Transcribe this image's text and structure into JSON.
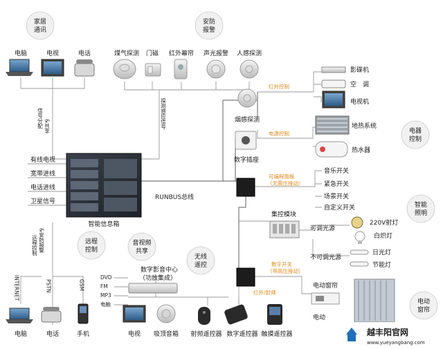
{
  "bubbles": {
    "home_comm": [
      "家居",
      "通讯"
    ],
    "security": [
      "安防",
      "报警"
    ],
    "appliance": [
      "电器",
      "控制"
    ],
    "lighting": [
      "智能",
      "照明"
    ],
    "remote": [
      "远程",
      "控制"
    ],
    "av_share": [
      "音视频",
      "共享"
    ],
    "wireless": [
      "无线",
      "遥控"
    ],
    "electric": [
      "电动",
      "窗帘"
    ]
  },
  "top_devices": {
    "computer": "电脑",
    "tv": "电视",
    "phone": "电话",
    "gas": "煤气探测",
    "door": "门磁",
    "curtain_ir": "红外幕帘",
    "siren": "声光报警",
    "body": "人感探测",
    "smoke": "烟感探测"
  },
  "signal_labels": {
    "signal_dist": "信号分配",
    "share": "&共享",
    "probe": "探测感应信号",
    "remote_ctrl": "远程控制",
    "security_alarm": "&安防报警"
  },
  "box": {
    "inputs": [
      "有线电视",
      "宽带进线",
      "电话进线",
      "卫星信号"
    ],
    "title": "智能信息箱",
    "bus": "RUNBUS总线"
  },
  "right_devices": {
    "ir_ctrl": "红外控制",
    "projector": "影碟机",
    "ac": "空　调",
    "tv": "电视机",
    "power_ctrl": "电源控制",
    "floor_heat": "地热系统",
    "water_heater": "热水器",
    "socket": "数字插座",
    "programmable": "可编程面板",
    "no_wire": "（无需压接动）",
    "switches": [
      "音乐开关",
      "紧急开关",
      "场景开关",
      "自定义开关"
    ],
    "module": "集控模块",
    "dimmable": "可调光源",
    "spot": "220V射灯",
    "incandescent": "白炽灯",
    "nondimmable": "不可调光源",
    "fluorescent": "日光灯",
    "saving": "节能灯",
    "digital_switch": "数字开关",
    "digital_no_wire": "（带高压接动）",
    "motor_curtain": "电动窗帘",
    "motor": "电动",
    "rf_ctrl": "红外/射频"
  },
  "bottom_devices": {
    "internet": "INTERNET",
    "pstn": "PSTN",
    "gsm": "GSM",
    "computer": "电脑",
    "phone": "电话",
    "mobile": "手机",
    "av_center": [
      "数字影音中心",
      "（功放集成）"
    ],
    "sources": [
      "DVD",
      "FM",
      "MP3",
      "电脑"
    ],
    "tv": "电视",
    "ceiling_speaker": "吸顶音箱",
    "rf_remote": "射频遥控器",
    "digital_remote": "数字遥控器",
    "touch": "触摸遥控器"
  },
  "watermark": {
    "brand": "越丰阳官网",
    "url": "www.yueyangbang.com"
  },
  "colors": {
    "bubble_fill": "#f1f1f1",
    "orange": "#e08a1e",
    "box": "#2a2e36",
    "watermark": "#1f6fb8"
  }
}
